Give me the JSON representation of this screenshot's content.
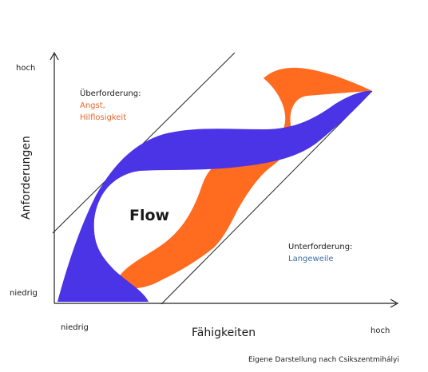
{
  "axes": {
    "y_title": "Anforderungen",
    "x_title": "Fähigkeiten",
    "y_high": "hoch",
    "y_low": "niedrig",
    "x_low": "niedrig",
    "x_high": "hoch"
  },
  "zones": {
    "overload_title": "Überforderung:",
    "overload_line1": "Angst,",
    "overload_line2": "Hilflosigkeit",
    "underload_title": "Unterforderung:",
    "underload_line1": "Langeweile",
    "flow_label": "Flow"
  },
  "source_note": "Eigene Darstellung nach Csikszentmihályi",
  "colors": {
    "blue_band": "#4b33e6",
    "orange_band": "#ff6b1f",
    "overload_text": "#e8652a",
    "underload_text": "#3d6fa8",
    "axis": "#222222"
  }
}
